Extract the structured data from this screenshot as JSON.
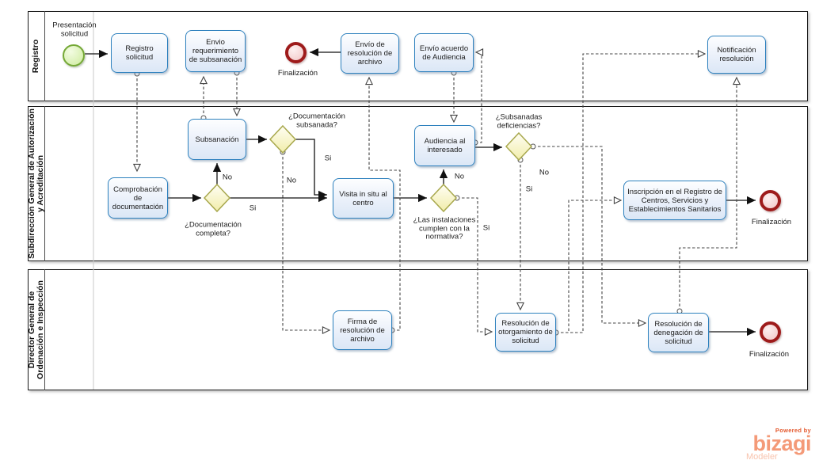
{
  "lanes": [
    {
      "label": "Registro"
    },
    {
      "label": "Subdirección General de Autorización y Acreditación"
    },
    {
      "label": "Director General de Ordenación e Inspección"
    }
  ],
  "tasks": {
    "registro_solicitud": "Registro solicitud",
    "envio_requerimiento": "Envio requerimiento de subsanación",
    "envio_resolucion_archivo": "Envío de resolución de archivo",
    "envio_acuerdo_audiencia": "Envío acuerdo de Audiencia",
    "notificacion_resolucion": "Notificación resolución",
    "comprobacion_documentacion": "Comprobación de documentación",
    "subsanacion": "Subsanación",
    "visita_in_situ": "Visita in situ al centro",
    "audiencia_interesado": "Audiencia al interesado",
    "inscripcion_registro": "Inscripción en el Registro de Centros, Servicios y Establecimientos Sanitarios",
    "firma_resolucion_archivo": "Firma de resolución de archivo",
    "resolucion_otorgamiento": "Resolución de otorgamiento de solicitud",
    "resolucion_denegacion": "Resolución de denegación de solicitud"
  },
  "events": {
    "start_label": "Presentación solicitud",
    "end_registro_label": "Finalización",
    "end_inscripcion_label": "Finalización",
    "end_denegacion_label": "Finalización"
  },
  "gateways": {
    "doc_completa": "¿Documentación completa?",
    "doc_subsanada": "¿Documentación subsanada?",
    "instalaciones": "¿Las instalaciones cumplen con la normativa?",
    "subsanadas": "¿Subsanadas deficiencias?"
  },
  "edge_labels": {
    "doc_completa_si": "Si",
    "doc_completa_no": "No",
    "doc_subsanada_si": "Si",
    "doc_subsanada_no": "No",
    "instalaciones_si": "Si",
    "instalaciones_no": "No",
    "subsanadas_si": "Si",
    "subsanadas_no": "No"
  },
  "logo": {
    "powered_by": "Powered by",
    "brand": "bizagi",
    "product": "Modeler"
  },
  "colors": {
    "task_border": "#2e81be",
    "task_fill": "#e3ecf8",
    "gateway_border": "#a8a84d",
    "gateway_fill": "#f6f3b8",
    "start_border": "#74a835",
    "start_fill": "#cdeb9e",
    "end_border": "#9e1b1b",
    "end_fill": "#f2c6c6",
    "logo_orange": "#e4592e",
    "logo_salmon": "#f49a78"
  }
}
